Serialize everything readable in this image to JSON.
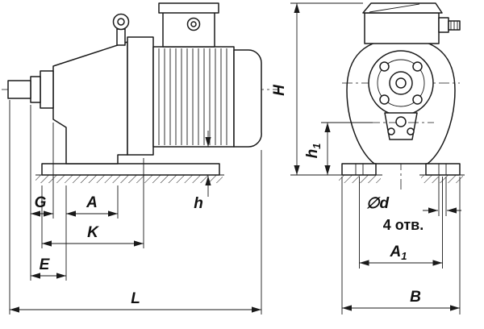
{
  "colors": {
    "background": "#ffffff",
    "ink": "#1a1a1a"
  },
  "side_view": {
    "dim_labels": {
      "G": "G",
      "A": "A",
      "K": "K",
      "E": "E",
      "L": "L",
      "h": "h"
    }
  },
  "front_view": {
    "dim_labels": {
      "H": "H",
      "h1_main": "h",
      "h1_sub": "1",
      "d": "∅d",
      "A1_main": "A",
      "A1_sub": "1",
      "B": "B"
    },
    "holes_note": "4 отв."
  }
}
